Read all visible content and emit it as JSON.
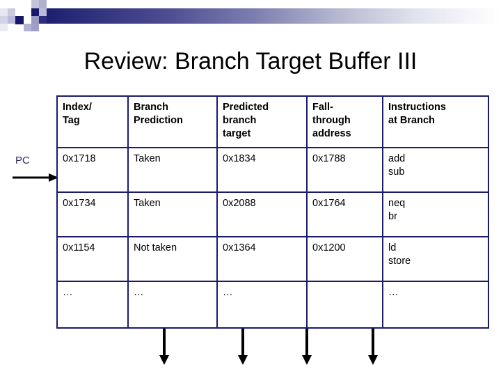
{
  "slide": {
    "title": "Review: Branch Target Buffer III"
  },
  "decoration": {
    "band_gradient_start": "#16176b",
    "band_gradient_end": "#ffffff",
    "square_light": "#b9bad9",
    "square_mid": "#9a9bc4",
    "square_dark": "#16176b",
    "border_color": "#1a1a6e"
  },
  "pointer": {
    "pc_label": "PC",
    "pc_arrow_icon": "arrow-right-icon"
  },
  "table": {
    "headers": [
      {
        "lines": [
          "Index/",
          "Tag"
        ]
      },
      {
        "lines": [
          "Branch",
          "Prediction"
        ]
      },
      {
        "lines": [
          "Predicted",
          "branch",
          "target"
        ]
      },
      {
        "lines": [
          "Fall-",
          "through",
          "address"
        ]
      },
      {
        "lines": [
          "Instructions",
          "at Branch"
        ]
      }
    ],
    "rows": [
      {
        "index_tag": [
          "0x1718"
        ],
        "branch_prediction": [
          "Taken"
        ],
        "predicted_branch_target": [
          "0x1834"
        ],
        "fall_through_address": [
          "0x1788"
        ],
        "instructions_at_branch": [
          "add",
          "sub"
        ]
      },
      {
        "index_tag": [
          "0x1734"
        ],
        "branch_prediction": [
          "Taken"
        ],
        "predicted_branch_target": [
          "0x2088"
        ],
        "fall_through_address": [
          "0x1764"
        ],
        "instructions_at_branch": [
          "neq",
          "br"
        ]
      },
      {
        "index_tag": [
          "0x1154"
        ],
        "branch_prediction": [
          "Not taken"
        ],
        "predicted_branch_target": [
          "0x1364"
        ],
        "fall_through_address": [
          "0x1200"
        ],
        "instructions_at_branch": [
          "ld",
          "store"
        ]
      },
      {
        "index_tag": [
          "…"
        ],
        "branch_prediction": [
          "…"
        ],
        "predicted_branch_target": [
          "…"
        ],
        "fall_through_address": [
          ""
        ],
        "instructions_at_branch": [
          "…"
        ]
      }
    ]
  },
  "output_arrows": {
    "icon": "arrow-down-icon",
    "count": 4,
    "x_positions": [
      235,
      348,
      440,
      535
    ]
  }
}
